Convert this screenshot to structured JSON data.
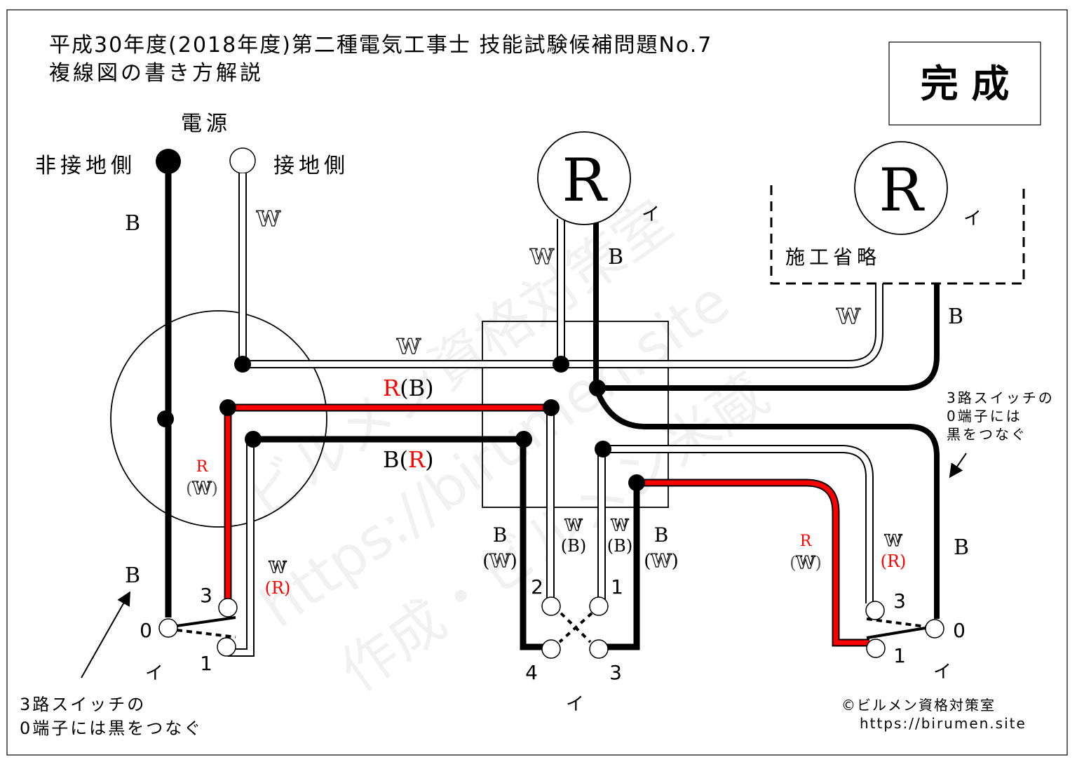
{
  "title": {
    "line1": "平成30年度(2018年度)第二種電気工事士 技能試験候補問題No.7",
    "line2": "複線図の書き方解説"
  },
  "badge": {
    "label": "完 成"
  },
  "power_source": {
    "label": "電源",
    "hot_side": "非接地側",
    "neutral_side": "接地側"
  },
  "lamps": [
    {
      "symbol": "R",
      "marker": "イ"
    },
    {
      "symbol": "R",
      "marker": "イ",
      "note": "施工省略"
    }
  ],
  "wire_colors": {
    "black": "#000000",
    "white": "#ffffff",
    "red": "#ff0000"
  },
  "wire_labels": {
    "source_black": "B",
    "source_white": "W",
    "lamp1_white": "W",
    "lamp1_black": "B",
    "lamp2_white": "W",
    "lamp2_black": "B",
    "feed_white": "W",
    "traveler_top": {
      "main": "R",
      "alt": "B"
    },
    "traveler_bottom": {
      "main": "B",
      "alt": "R"
    },
    "left_red": {
      "main": "R",
      "alt": "W"
    },
    "left_white": {
      "main": "W",
      "alt": "R"
    },
    "left_switch_black": "B",
    "four_way_left_black": {
      "main": "B",
      "alt": "W"
    },
    "four_way_inner_left": {
      "main": "W",
      "alt": "B"
    },
    "four_way_inner_right": {
      "main": "W",
      "alt": "B"
    },
    "four_way_right_black": {
      "main": "B",
      "alt": "W"
    },
    "right_red": {
      "main": "R",
      "alt": "W"
    },
    "right_white": {
      "main": "W",
      "alt": "R"
    },
    "right_black": "B"
  },
  "switches": {
    "left_3way": {
      "terminals": [
        "0",
        "1",
        "3"
      ],
      "marker": "イ"
    },
    "four_way": {
      "terminals": [
        "1",
        "2",
        "3",
        "4"
      ],
      "marker": "イ"
    },
    "right_3way": {
      "terminals": [
        "0",
        "1",
        "3"
      ],
      "marker": "イ"
    }
  },
  "notes": {
    "left": [
      "3路スイッチの",
      "0端子には黒をつなぐ"
    ],
    "right": [
      "3路スイッチの",
      "0端子には",
      "黒をつなぐ"
    ]
  },
  "copyright": {
    "line1": "©ビルメン資格対策室",
    "line2": "https://birumen.site"
  },
  "watermark": [
    "ビルメン資格対策室",
    "https://birumen.site",
    "作成・ビルメン米蔵"
  ]
}
